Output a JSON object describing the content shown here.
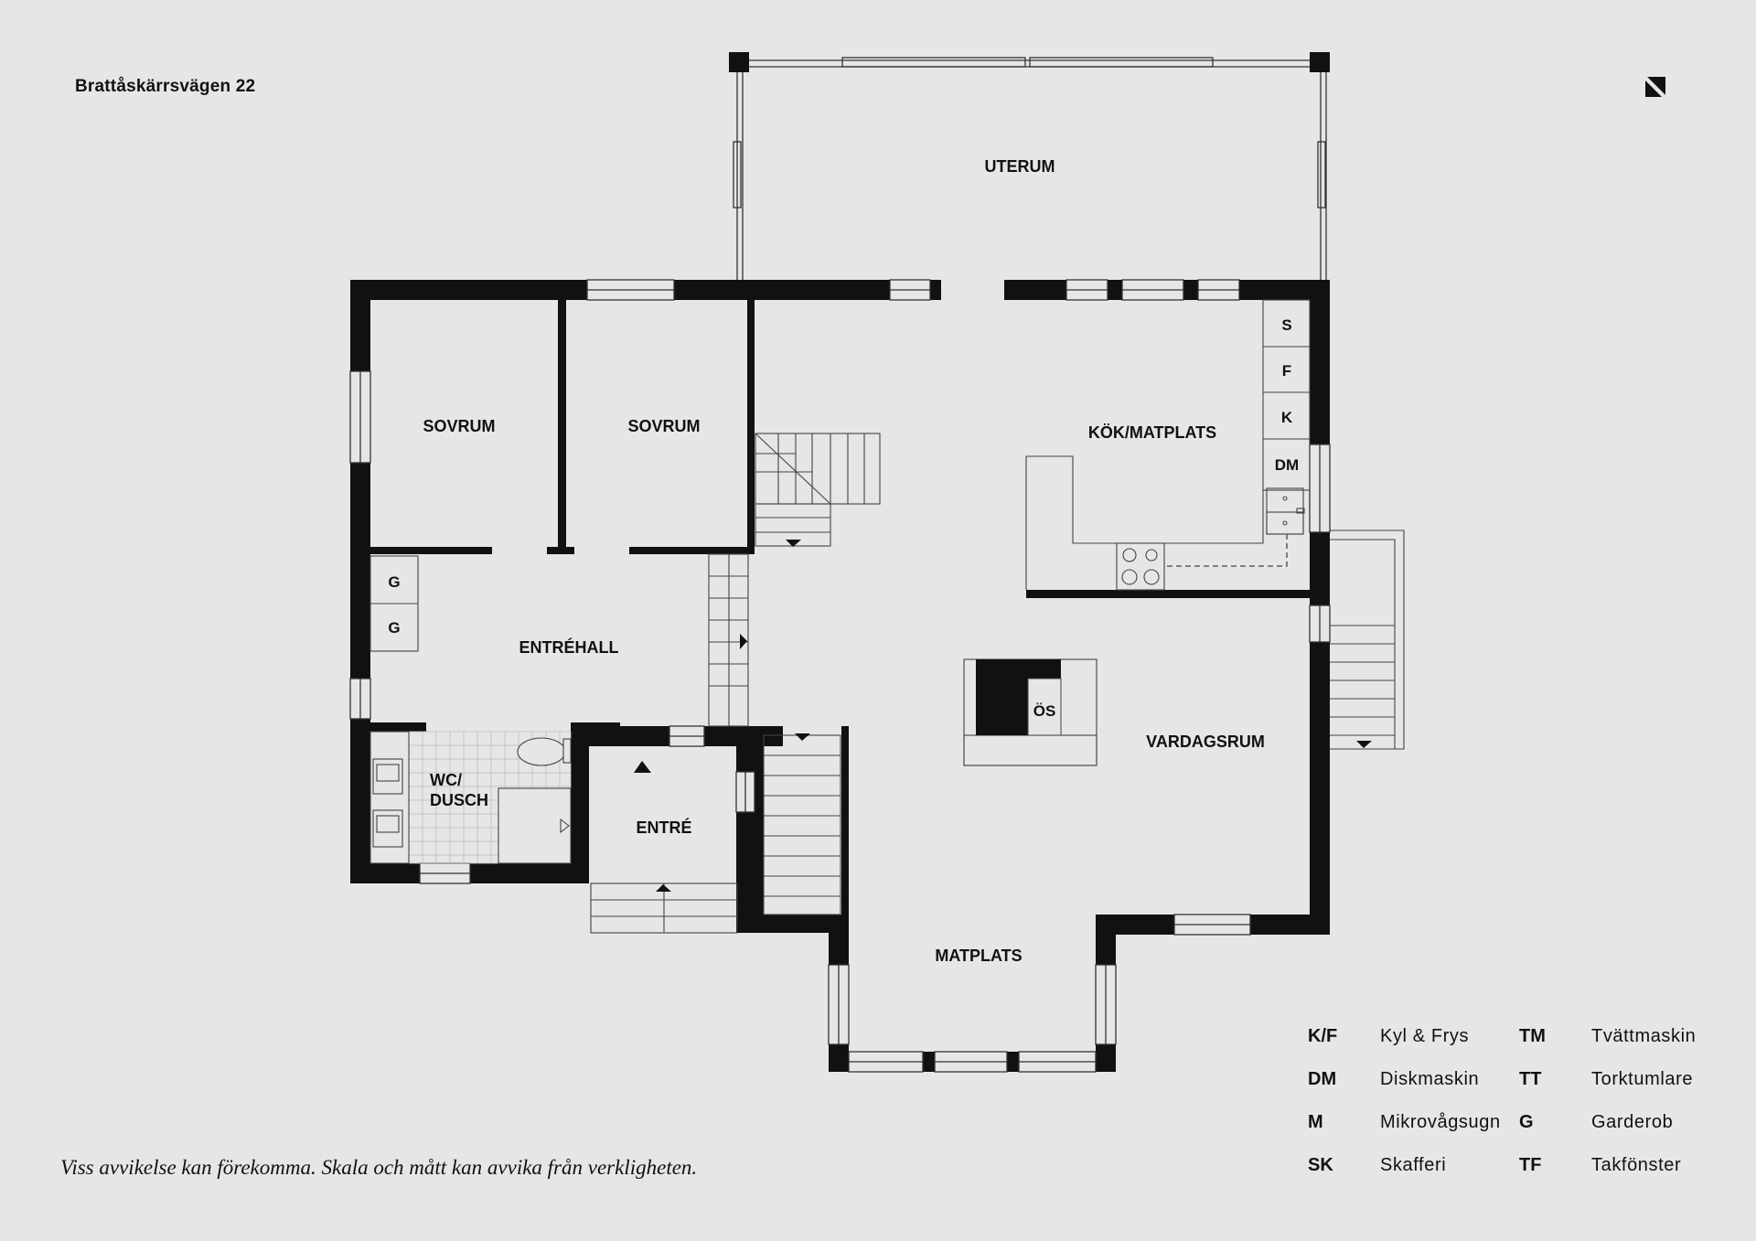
{
  "header": {
    "address": "Brattåskärrsvägen 22"
  },
  "rooms": {
    "uterum": "UTERUM",
    "sovrum1": "SOVRUM",
    "sovrum2": "SOVRUM",
    "kok": "KÖK/MATPLATS",
    "entrehall": "ENTRÉHALL",
    "wc_line1": "WC/",
    "wc_line2": "DUSCH",
    "entre": "ENTRÉ",
    "vardagsrum": "VARDAGSRUM",
    "matplats": "MATPLATS"
  },
  "appliances": {
    "s": "S",
    "f": "F",
    "k": "K",
    "dm": "DM",
    "g1": "G",
    "g2": "G",
    "os": "ÖS"
  },
  "legend": [
    {
      "abbr": "K/F",
      "desc": "Kyl & Frys"
    },
    {
      "abbr": "TM",
      "desc": "Tvättmaskin"
    },
    {
      "abbr": "DM",
      "desc": "Diskmaskin"
    },
    {
      "abbr": "TT",
      "desc": "Torktumlare"
    },
    {
      "abbr": "M",
      "desc": "Mikrovågsugn"
    },
    {
      "abbr": "G",
      "desc": "Garderob"
    },
    {
      "abbr": "SK",
      "desc": "Skafferi"
    },
    {
      "abbr": "TF",
      "desc": "Takfönster"
    }
  ],
  "disclaimer": "Viss avvikelse kan förekomma. Skala och mått kan avvika från verkligheten."
}
